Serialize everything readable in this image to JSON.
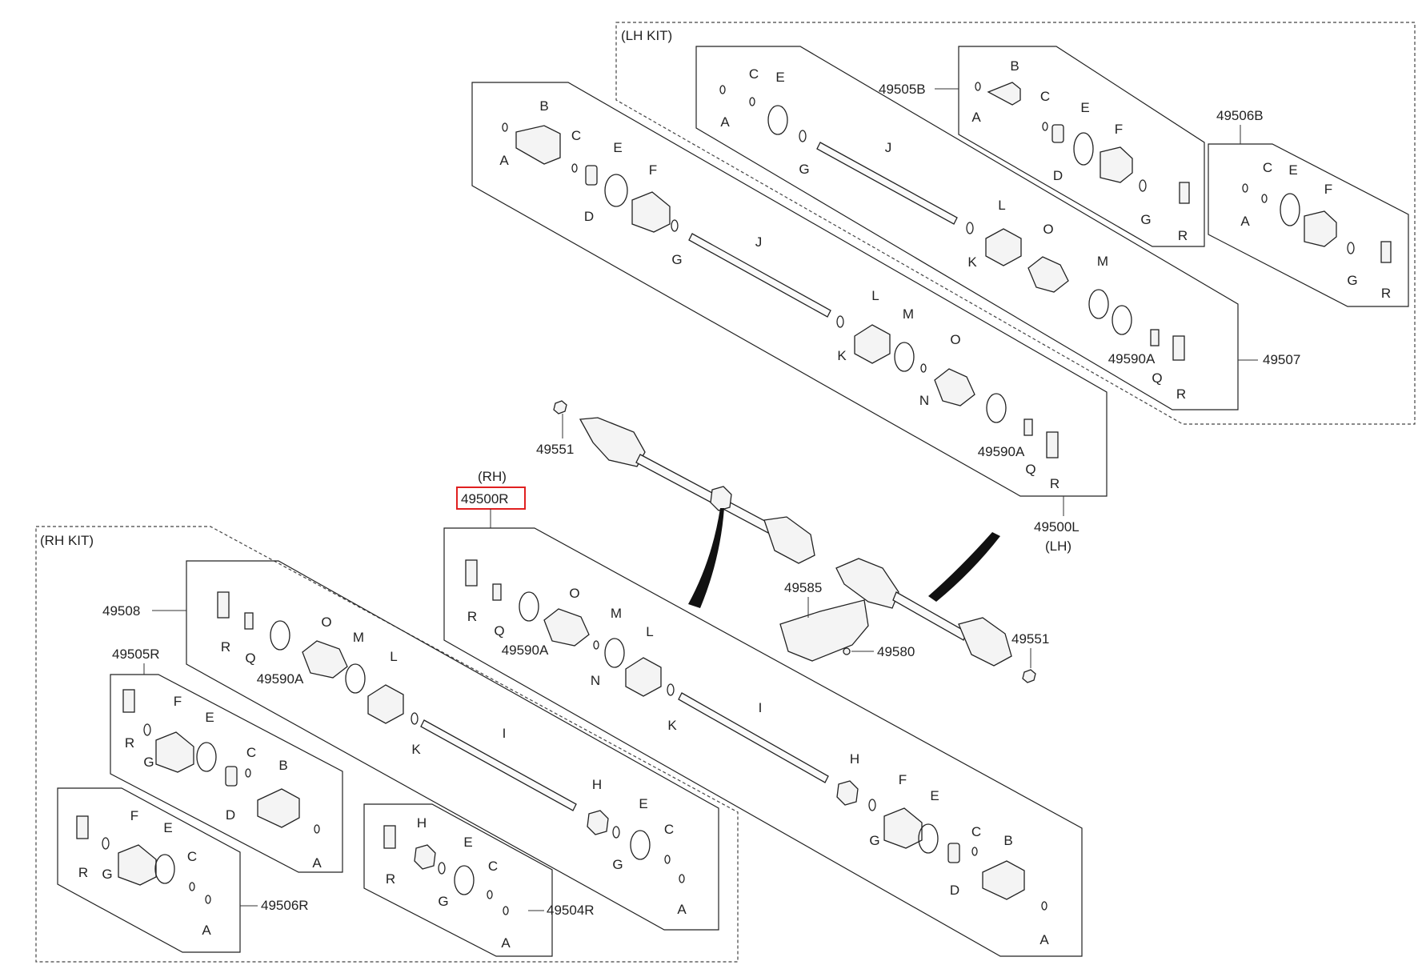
{
  "kits": {
    "lh_kit": "(LH KIT)",
    "rh_kit": "(RH KIT)"
  },
  "assemblies": {
    "rh_side": "(RH)",
    "rh_part": "49500R",
    "lh_part": "49500L",
    "lh_side": "(LH)"
  },
  "part_numbers": {
    "p49505B": "49505B",
    "p49506B": "49506B",
    "p49507": "49507",
    "p49508": "49508",
    "p49505R": "49505R",
    "p49506R": "49506R",
    "p49504R": "49504R",
    "p49551_top": "49551",
    "p49551_bottom": "49551",
    "p49585": "49585",
    "p49580": "49580"
  },
  "letters": {
    "A": "A",
    "B": "B",
    "C": "C",
    "D": "D",
    "E": "E",
    "F": "F",
    "G": "G",
    "H": "H",
    "I": "I",
    "J": "J",
    "K": "K",
    "L": "L",
    "M": "M",
    "N": "N",
    "O": "O",
    "Q": "Q",
    "R": "R",
    "A590": "49590A"
  },
  "colors": {
    "line": "#222222",
    "highlight": "#e02020",
    "background": "#ffffff"
  },
  "selected_part": "49500R"
}
